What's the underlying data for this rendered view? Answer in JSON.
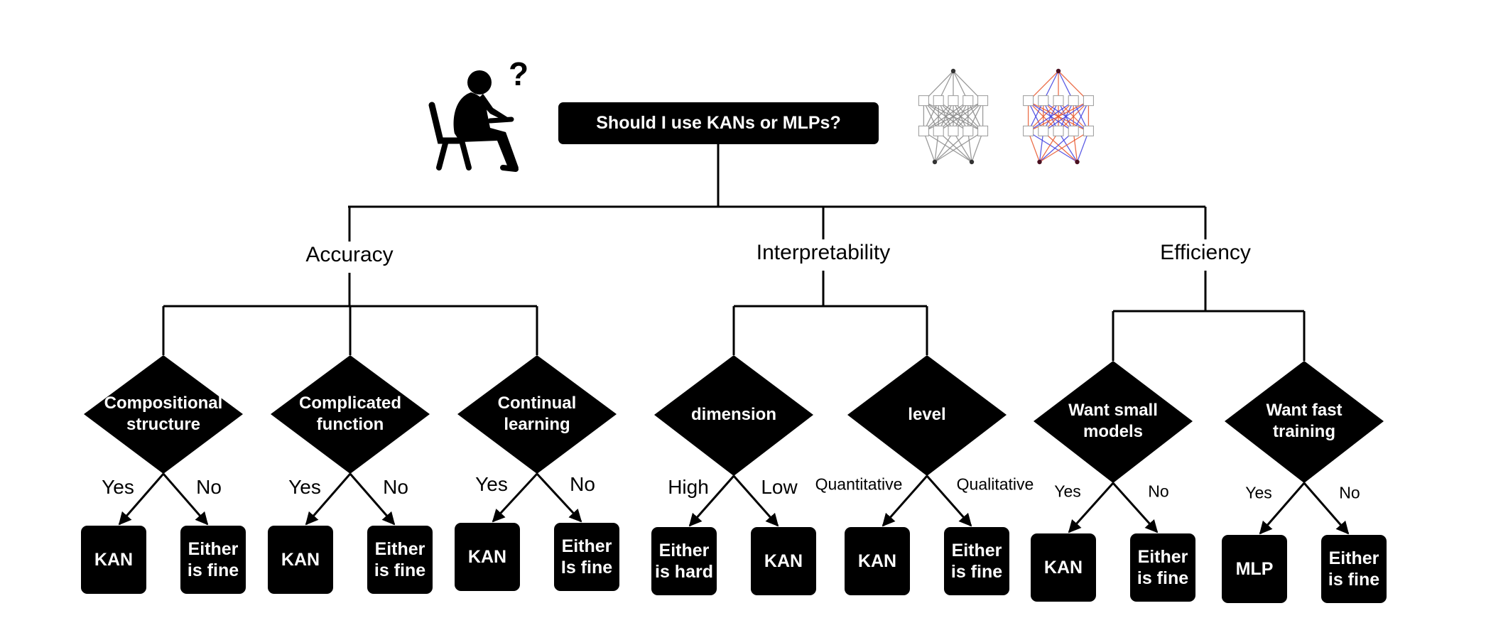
{
  "root": {
    "question": "Should I use KANs or MLPs?"
  },
  "categories": [
    {
      "label": "Accuracy",
      "questions": [
        {
          "text": [
            "Compositional",
            "structure"
          ],
          "answers": [
            "Yes",
            "No"
          ],
          "outcomes": [
            [
              "KAN"
            ],
            [
              "Either",
              "is fine"
            ]
          ]
        },
        {
          "text": [
            "Complicated",
            "function"
          ],
          "answers": [
            "Yes",
            "No"
          ],
          "outcomes": [
            [
              "KAN"
            ],
            [
              "Either",
              "is fine"
            ]
          ]
        },
        {
          "text": [
            "Continual",
            "learning"
          ],
          "answers": [
            "Yes",
            "No"
          ],
          "outcomes": [
            [
              "KAN"
            ],
            [
              "Either",
              "Is fine"
            ]
          ]
        }
      ]
    },
    {
      "label": "Interpretability",
      "questions": [
        {
          "text": [
            "dimension"
          ],
          "answers": [
            "High",
            "Low"
          ],
          "outcomes": [
            [
              "Either",
              "is hard"
            ],
            [
              "KAN"
            ]
          ]
        },
        {
          "text": [
            "level"
          ],
          "answers": [
            "Quantitative",
            "Qualitative"
          ],
          "outcomes": [
            [
              "KAN"
            ],
            [
              "Either",
              "is fine"
            ]
          ]
        }
      ]
    },
    {
      "label": "Efficiency",
      "questions": [
        {
          "text": [
            "Want small",
            "models"
          ],
          "answers": [
            "Yes",
            "No"
          ],
          "outcomes": [
            [
              "KAN"
            ],
            [
              "Either",
              "is fine"
            ]
          ]
        },
        {
          "text": [
            "Want fast",
            "training"
          ],
          "answers": [
            "Yes",
            "No"
          ],
          "outcomes": [
            [
              "MLP"
            ],
            [
              "Either",
              "is fine"
            ]
          ]
        }
      ]
    }
  ],
  "icons": [
    "thinking-person-icon",
    "question-mark-icon",
    "kan-network-icon",
    "mlp-network-icon"
  ],
  "colors": {
    "ink": "#000000",
    "kan_red": "#e8552a",
    "kan_blue": "#3f3fe0"
  }
}
